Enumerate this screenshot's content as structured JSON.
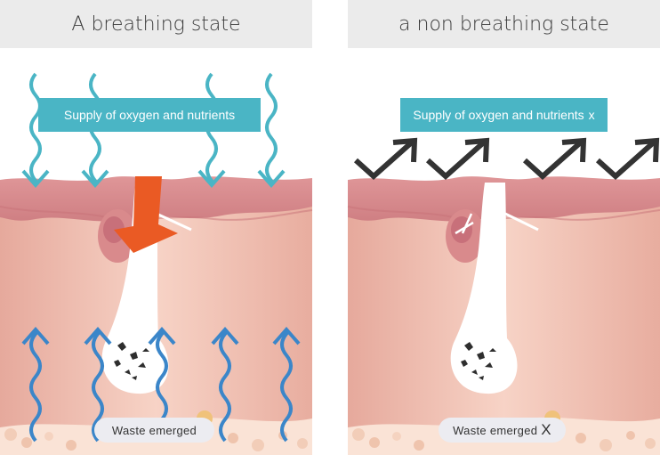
{
  "panels": {
    "left": {
      "title": "A breathing state",
      "supply_label": "Supply of oxygen and nutrients",
      "waste_label": "Waste emerged"
    },
    "right": {
      "title": "a non breathing state",
      "supply_label": "Supply of oxygen and nutrients",
      "supply_mark": "x",
      "waste_label": "Waste emerged",
      "waste_mark": "X"
    }
  },
  "colors": {
    "skin_top": "#d98a8c",
    "skin_body": "#f2c4b4",
    "follicle": "#ffffff",
    "teal_arrows": "#4ab5c5",
    "blue_arrows": "#3b86c9",
    "orange_arrow": "#ea5a24",
    "dark_arrows": "#333333",
    "banner": "#4ab5c5"
  }
}
